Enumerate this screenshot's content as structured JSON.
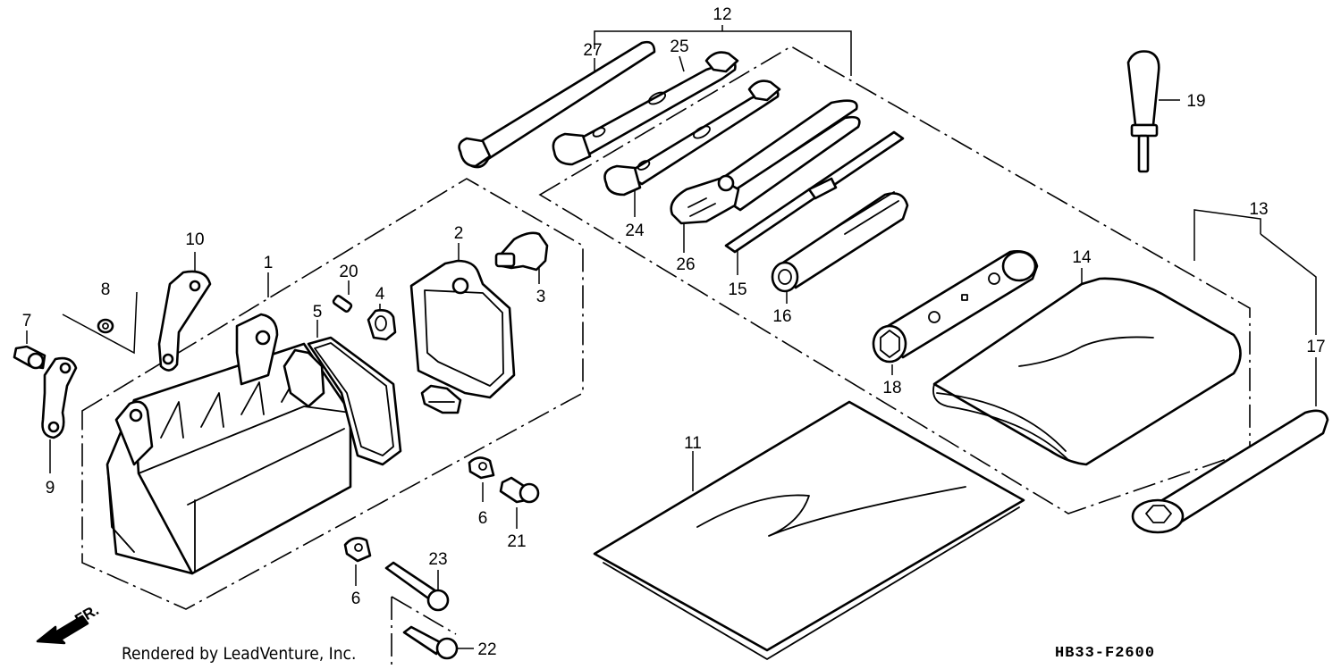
{
  "callouts": {
    "c1": "1",
    "c2": "2",
    "c3": "3",
    "c4": "4",
    "c5": "5",
    "c6a": "6",
    "c6b": "6",
    "c7": "7",
    "c8": "8",
    "c9": "9",
    "c10": "10",
    "c11": "11",
    "c12": "12",
    "c13": "13",
    "c14": "14",
    "c15": "15",
    "c16": "16",
    "c17": "17",
    "c18": "18",
    "c19": "19",
    "c20": "20",
    "c21": "21",
    "c22": "22",
    "c23": "23",
    "c24": "24",
    "c25": "25",
    "c26": "26",
    "c27": "27"
  },
  "footer": {
    "credit": "Rendered by LeadVenture, Inc.",
    "diagram_code": "HB33-F2600",
    "front_label": "FR."
  }
}
